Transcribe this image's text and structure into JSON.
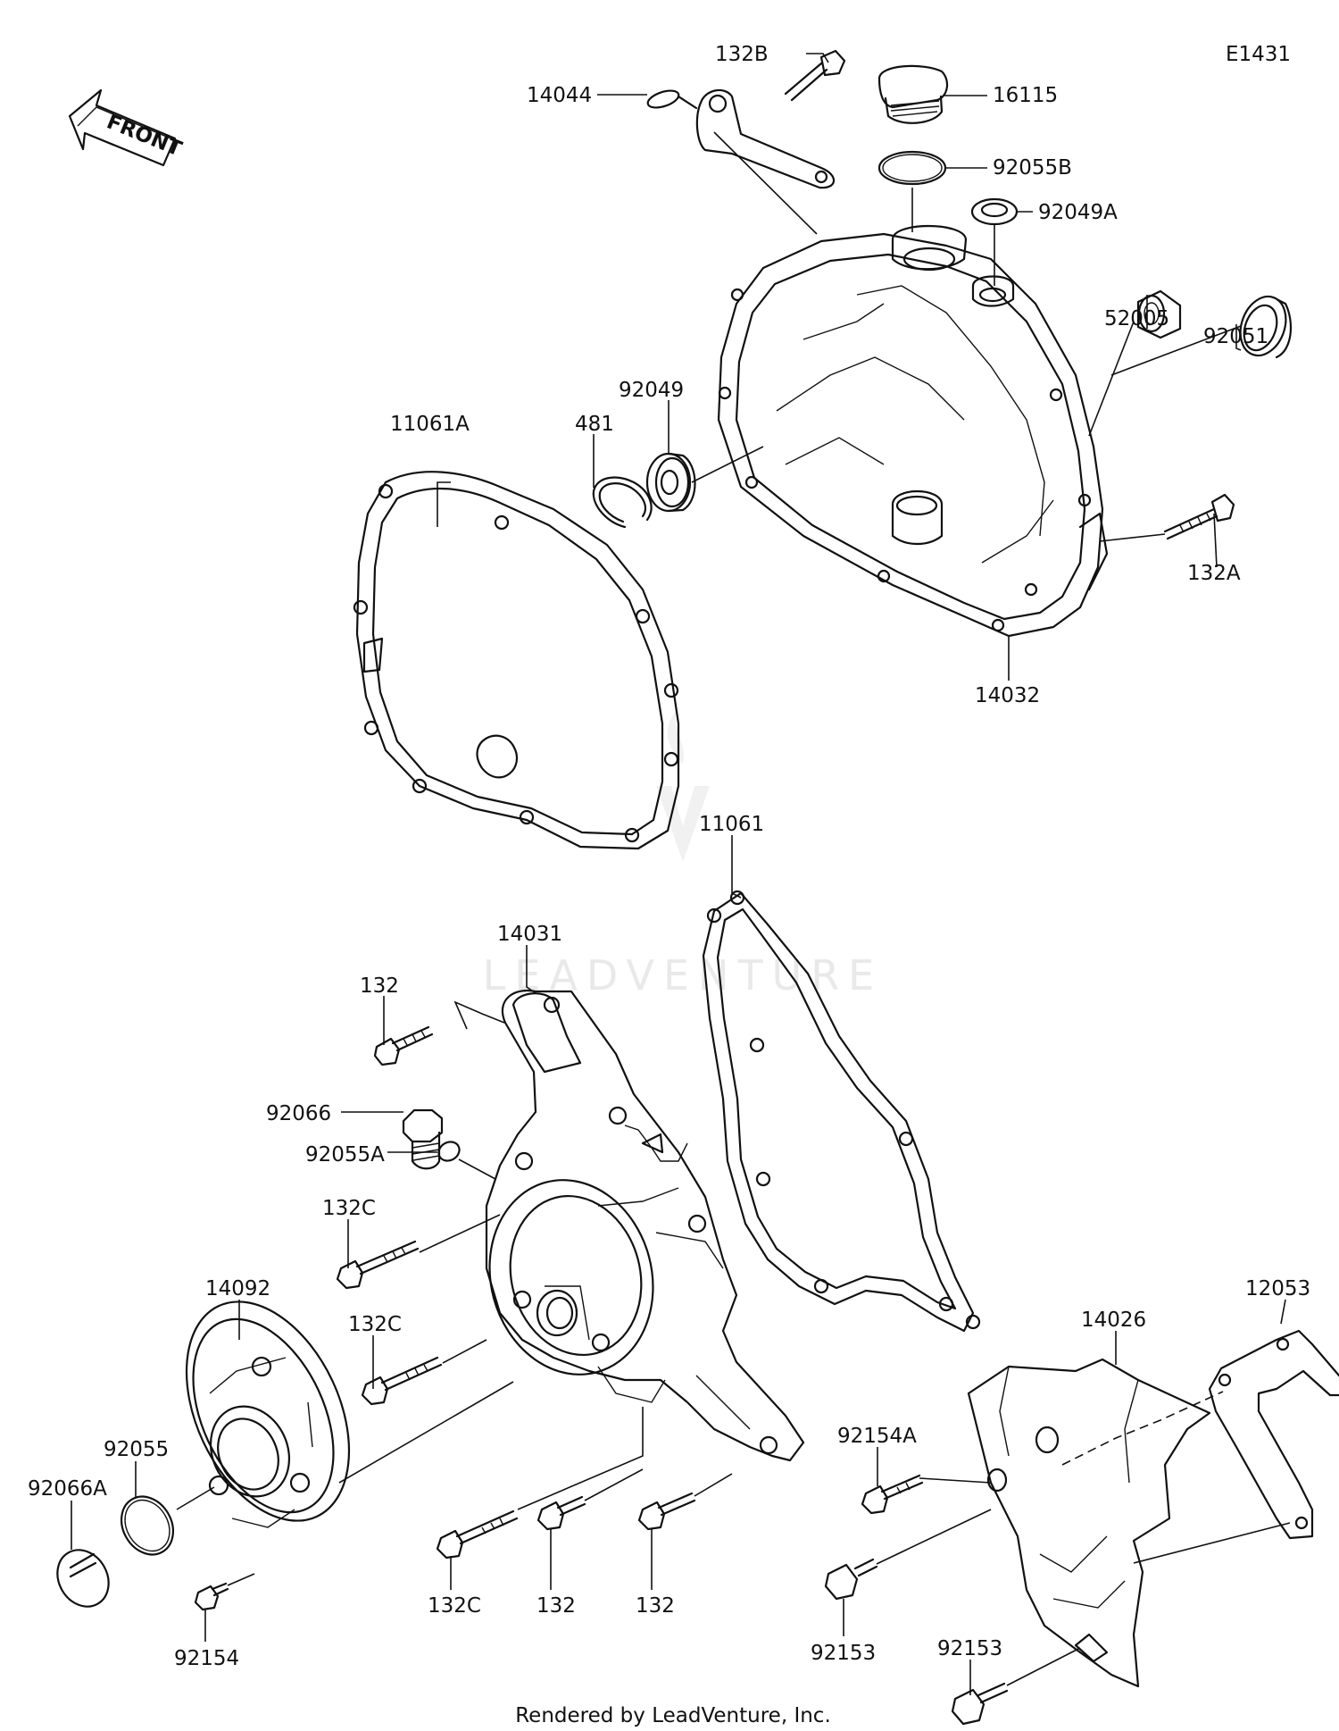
{
  "diagram_id": "E1431",
  "front_label": "FRONT",
  "watermark": "LEADVENTURE",
  "footer": "Rendered by LeadVenture, Inc.",
  "callouts": [
    {
      "id": "132B",
      "part": "bolt"
    },
    {
      "id": "14044",
      "part": "bracket"
    },
    {
      "id": "16115",
      "part": "oil filler cap"
    },
    {
      "id": "92055B",
      "part": "o-ring"
    },
    {
      "id": "92049A",
      "part": "oil seal"
    },
    {
      "id": "52005",
      "part": "bushing"
    },
    {
      "id": "92051",
      "part": "oil seal"
    },
    {
      "id": "92049",
      "part": "oil seal"
    },
    {
      "id": "481",
      "part": "circlip"
    },
    {
      "id": "11061A",
      "part": "gasket"
    },
    {
      "id": "132A",
      "part": "bolt"
    },
    {
      "id": "14032",
      "part": "clutch cover"
    },
    {
      "id": "11061",
      "part": "gasket"
    },
    {
      "id": "14031",
      "part": "generator cover"
    },
    {
      "id": "132",
      "part": "bolt"
    },
    {
      "id": "92066",
      "part": "plug"
    },
    {
      "id": "92055A",
      "part": "o-ring"
    },
    {
      "id": "132C",
      "part": "bolt"
    },
    {
      "id": "132C",
      "part": "bolt"
    },
    {
      "id": "14092",
      "part": "cap"
    },
    {
      "id": "92055",
      "part": "o-ring"
    },
    {
      "id": "92066A",
      "part": "plug"
    },
    {
      "id": "92154",
      "part": "bolt"
    },
    {
      "id": "132C",
      "part": "bolt"
    },
    {
      "id": "132",
      "part": "bolt"
    },
    {
      "id": "132",
      "part": "bolt"
    },
    {
      "id": "12053",
      "part": "bracket"
    },
    {
      "id": "14026",
      "part": "sprocket cover"
    },
    {
      "id": "92154A",
      "part": "bolt"
    },
    {
      "id": "92153",
      "part": "bolt"
    },
    {
      "id": "92153",
      "part": "bolt"
    }
  ]
}
